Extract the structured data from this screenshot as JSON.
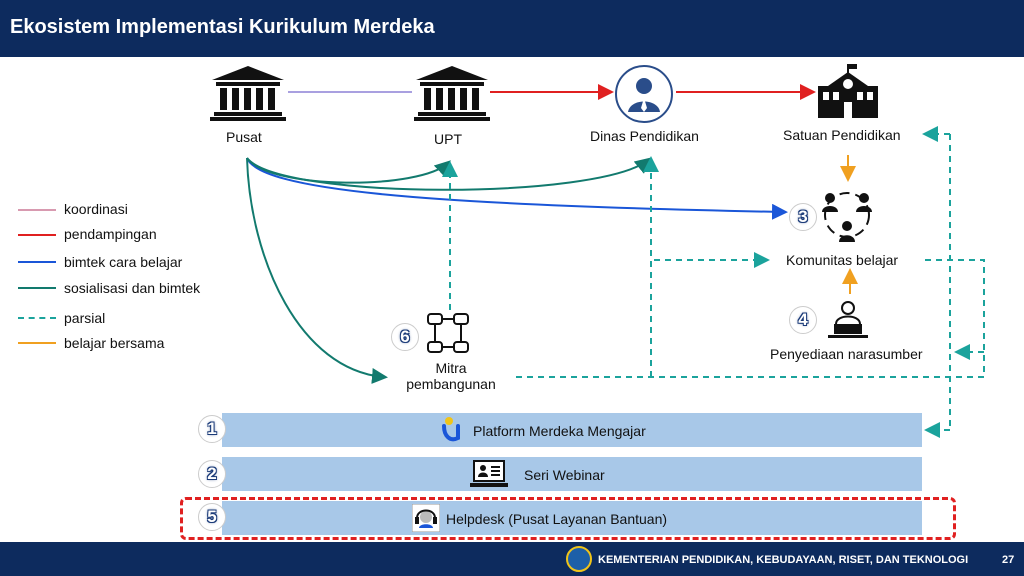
{
  "header": {
    "title": "Ekosistem Implementasi Kurikulum Merdeka"
  },
  "nodes": {
    "pusat": "Pusat",
    "upt": "UPT",
    "dinas": "Dinas Pendidikan",
    "satuan": "Satuan Pendidikan",
    "komunitas": "Komunitas belajar",
    "narasumber": "Penyediaan narasumber",
    "mitra_line1": "Mitra",
    "mitra_line2": "pembangunan"
  },
  "numbers": {
    "n1": "1",
    "n2": "2",
    "n3": "3",
    "n4": "4",
    "n5": "5",
    "n6": "6"
  },
  "legend": [
    {
      "label": "koordinasi",
      "color": "#c8a0c0"
    },
    {
      "label": "pendampingan",
      "color": "#e02020"
    },
    {
      "label": "bimtek cara belajar",
      "color": "#1a56d8"
    },
    {
      "label": "sosialisasi dan bimtek",
      "color": "#127a6e"
    },
    {
      "label": "parsial",
      "color": "#1ba39c"
    },
    {
      "label": "belajar bersama",
      "color": "#f0a020"
    }
  ],
  "bars": {
    "platform": "Platform Merdeka Mengajar",
    "webinar": "Seri Webinar",
    "helpdesk": "Helpdesk (Pusat Layanan Bantuan)"
  },
  "footer": {
    "ministry": "KEMENTERIAN PENDIDIKAN, KEBUDAYAAN, RISET, DAN TEKNOLOGI",
    "page": "27"
  },
  "colors": {
    "header_bg": "#0d2b5e",
    "bar_bg": "#a8c8e8",
    "highlight": "#e02020"
  }
}
